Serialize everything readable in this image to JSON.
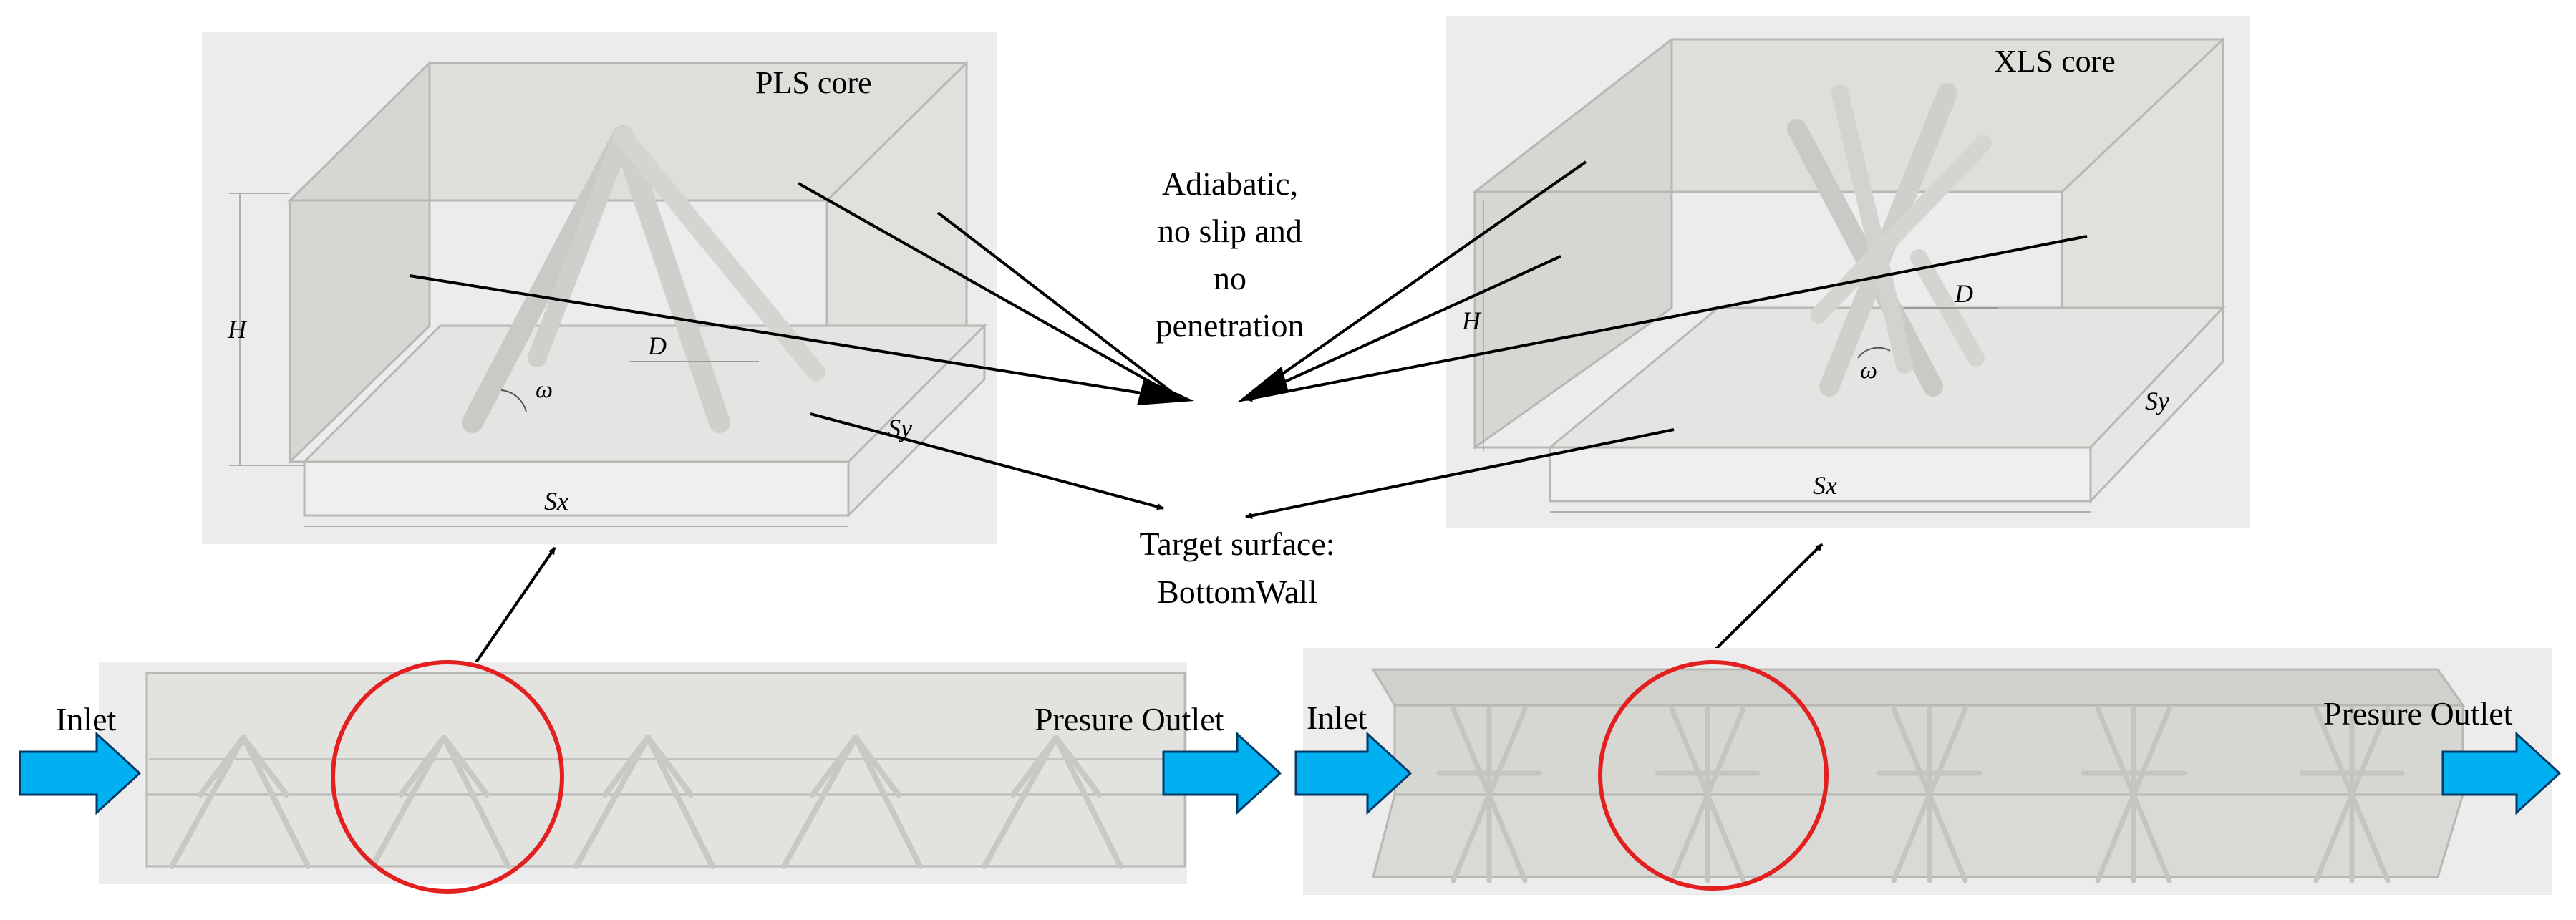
{
  "colors": {
    "panel": "#ececec",
    "duct_fill": "#d9d9d6",
    "strut": "#d2d2cf",
    "edge": "#b7b7b4",
    "arrow_blue": "#00b0f0",
    "circle_red": "#e32020",
    "text": "#000000"
  },
  "pls_panel": {
    "title": "PLS core",
    "h_label": "H",
    "d_label": "D",
    "omega_label": "ω",
    "sx_label": "Sx",
    "sy_label": "Sy"
  },
  "xls_panel": {
    "title": "XLS core",
    "h_label": "H",
    "d_label": "D",
    "omega_label": "ω",
    "sx_label": "Sx",
    "sy_label": "Sy"
  },
  "center": {
    "wall_line1": "Adiabatic,",
    "wall_line2": "no slip and",
    "wall_line3": "no",
    "wall_line4": "penetration",
    "target_line1": "Target surface:",
    "target_line2": "BottomWall"
  },
  "left_channel": {
    "inlet": "Inlet",
    "outlet": "Presure Outlet"
  },
  "right_channel": {
    "inlet": "Inlet",
    "outlet": "Presure Outlet"
  }
}
